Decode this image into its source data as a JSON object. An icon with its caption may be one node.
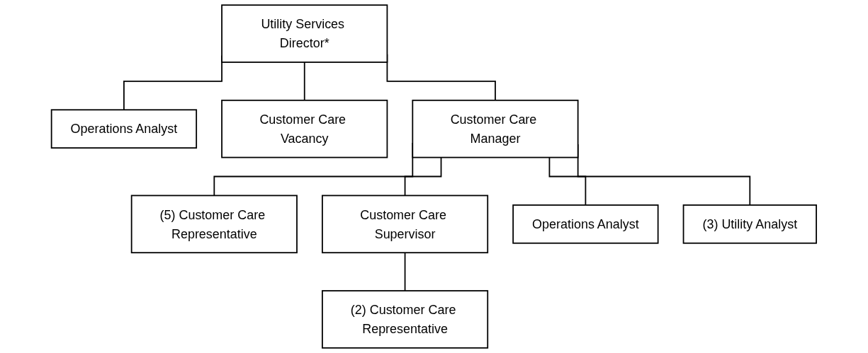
{
  "diagram": {
    "nodes": [
      {
        "text": [
          "Utility Services Director*"
        ]
      },
      {
        "text": [
          "Operations Analyst"
        ]
      },
      {
        "text": [
          "Customer Care Vacancy"
        ]
      },
      {
        "text": [
          "Customer Care Manager"
        ]
      },
      {
        "text": [
          "(5) Customer Care Representative"
        ]
      },
      {
        "text": [
          "Customer Care Supervisor"
        ]
      },
      {
        "text": [
          "Operations Analyst"
        ]
      },
      {
        "text": [
          "(3) Utility Analyst"
        ]
      },
      {
        "text": [
          "(2) Customer Care Representative"
        ]
      }
    ],
    "edges": [
      {
        "from": 0,
        "to": 1,
        "arrow": "none"
      },
      {
        "from": 0,
        "to": 2,
        "arrow": "none"
      },
      {
        "from": 0,
        "to": 3,
        "arrow": "none"
      },
      {
        "from": 3,
        "to": 4,
        "arrow": "none"
      },
      {
        "from": 3,
        "to": 5,
        "arrow": "none"
      },
      {
        "from": 3,
        "to": 6,
        "arrow": "none"
      },
      {
        "from": 3,
        "to": 7,
        "arrow": "none"
      },
      {
        "from": 5,
        "to": 8,
        "arrow": "none"
      }
    ]
  }
}
